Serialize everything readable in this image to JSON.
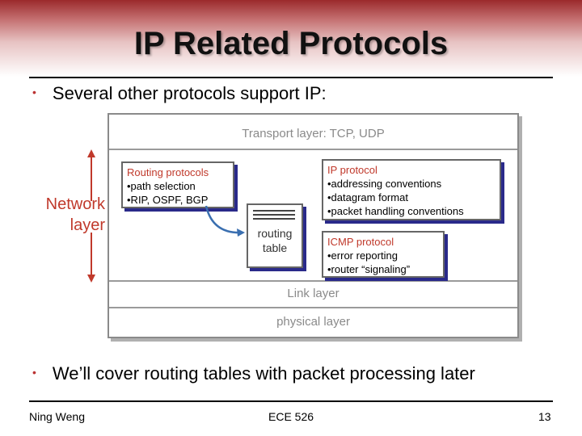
{
  "slide": {
    "title": "IP Related Protocols",
    "bullets": [
      "Several other protocols support IP:",
      "We’ll cover routing tables with packet processing later"
    ]
  },
  "diagram": {
    "transport_layer": "Transport layer: TCP, UDP",
    "network_layer_label": [
      "Network",
      "layer"
    ],
    "routing_protocols": {
      "title": "Routing protocols",
      "items": [
        "•path selection",
        "•RIP, OSPF, BGP"
      ]
    },
    "ip_protocol": {
      "title": "IP protocol",
      "items": [
        "•addressing conventions",
        "•datagram format",
        "•packet handling conventions"
      ]
    },
    "routing_table": [
      "routing",
      "table"
    ],
    "icmp_protocol": {
      "title": "ICMP protocol",
      "items": [
        "•error reporting",
        "•router “signaling”"
      ]
    },
    "link_layer": "Link layer",
    "physical_layer": "physical layer"
  },
  "footer": {
    "author": "Ning Weng",
    "course": "ECE 526",
    "page": "13"
  },
  "colors": {
    "title_band_dark": "#9b2a2c",
    "accent_red": "#c0392b",
    "box_shadow_blue": "#2a2a8a"
  }
}
